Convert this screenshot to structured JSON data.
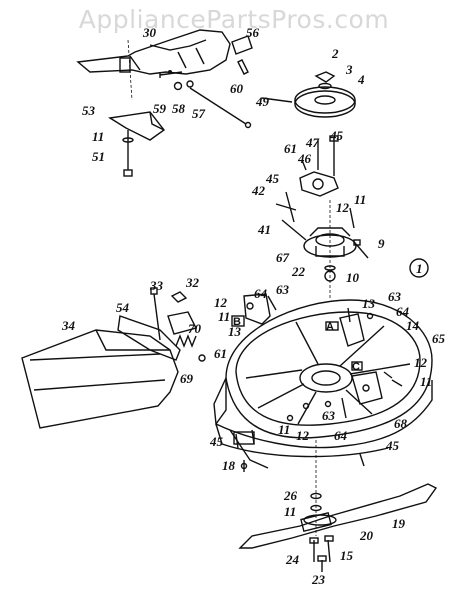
{
  "watermark": "AppliancePartsPros.com",
  "figure_number": "1",
  "callouts": [
    "2",
    "3",
    "4",
    "9",
    "10",
    "11",
    "12",
    "13",
    "14",
    "15",
    "18",
    "19",
    "20",
    "22",
    "23",
    "24",
    "26",
    "30",
    "32",
    "33",
    "34",
    "41",
    "42",
    "45",
    "46",
    "47",
    "49",
    "51",
    "53",
    "54",
    "56",
    "57",
    "58",
    "59",
    "60",
    "61",
    "63",
    "64",
    "65",
    "67",
    "68",
    "69",
    "70"
  ],
  "letters": [
    "A",
    "B",
    "C"
  ]
}
